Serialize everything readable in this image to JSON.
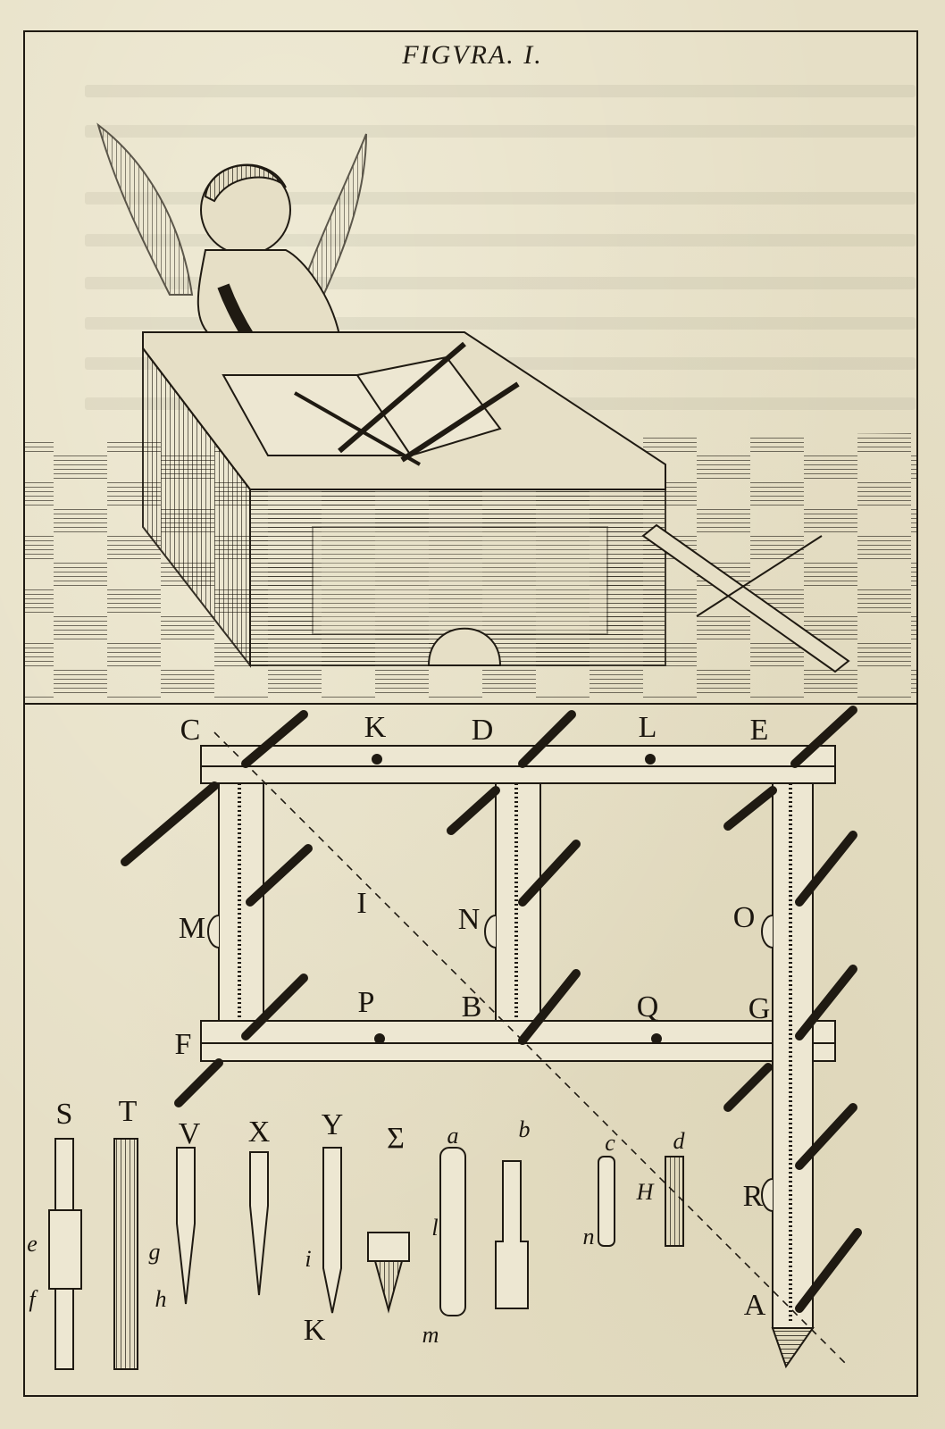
{
  "figure": {
    "title": "FIGVRA. I.",
    "description": "Engraving of a winged putto drawing with a pantograph-like frame on a slanted desk, above a labeled diagram of the frame and its pins",
    "colors": {
      "paper": "#e6dfc6",
      "ink": "#1f1a12"
    }
  },
  "upper_scene": {
    "elements": [
      "winged putto",
      "slanted drawing desk",
      "drawing frame with two portraits",
      "checkered floor",
      "ruler and stylus on floor"
    ]
  },
  "frame_diagram": {
    "labels": [
      {
        "id": "C",
        "text": "C"
      },
      {
        "id": "K_top",
        "text": "K"
      },
      {
        "id": "D",
        "text": "D"
      },
      {
        "id": "L",
        "text": "L"
      },
      {
        "id": "E",
        "text": "E"
      },
      {
        "id": "M",
        "text": "M"
      },
      {
        "id": "I",
        "text": "I"
      },
      {
        "id": "N",
        "text": "N"
      },
      {
        "id": "O",
        "text": "O"
      },
      {
        "id": "P",
        "text": "P"
      },
      {
        "id": "B",
        "text": "B"
      },
      {
        "id": "Q",
        "text": "Q"
      },
      {
        "id": "G",
        "text": "G"
      },
      {
        "id": "F",
        "text": "F"
      },
      {
        "id": "R",
        "text": "R"
      },
      {
        "id": "A",
        "text": "A"
      },
      {
        "id": "H",
        "text": "H"
      }
    ]
  },
  "tools": {
    "items": [
      {
        "label": "S",
        "sub_labels": [
          "e",
          "f"
        ]
      },
      {
        "label": "T",
        "sub_labels": [
          "g",
          "h"
        ]
      },
      {
        "label": "V",
        "sub_labels": []
      },
      {
        "label": "X",
        "sub_labels": []
      },
      {
        "label": "Y",
        "sub_labels": [
          "i",
          "K"
        ]
      },
      {
        "label": "Σ",
        "sub_labels": []
      },
      {
        "label": "a",
        "sub_labels": [
          "l",
          "m"
        ]
      },
      {
        "label": "b",
        "sub_labels": []
      },
      {
        "label": "c",
        "sub_labels": [
          "n"
        ]
      },
      {
        "label": "d",
        "sub_labels": []
      }
    ]
  }
}
